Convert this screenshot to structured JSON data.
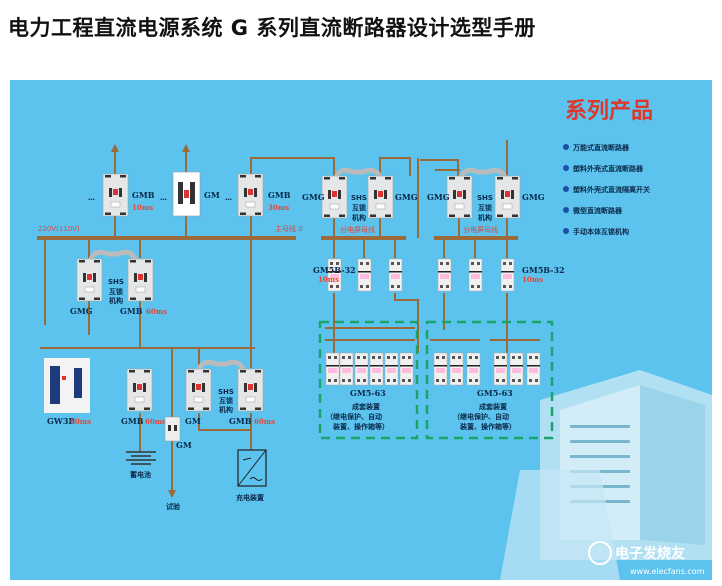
{
  "title": "电力工程直流电源系统 G 系列直流断路器设计选型手册",
  "panel": {
    "heading": "系列产品",
    "items": [
      "万能式直流断路器",
      "塑料外壳式直流断路器",
      "塑料外壳式直流隔离开关",
      "微型直流断路器",
      "手动本体互锁机构"
    ]
  },
  "diagram": {
    "bus_voltage": "220V(110V)",
    "main_bus": "主母线 0",
    "sub_bus": "分电屏母线",
    "gmb": "GMB",
    "gm": "GM",
    "gmg": "GMG",
    "gw3b": "GW3B",
    "gm5b": "GM5B-32",
    "gm5": "GM5-63",
    "t10": "10ms",
    "t30": "30ms",
    "t60": "60ms",
    "shs": [
      "SHS",
      "互锁",
      "机构"
    ],
    "dots": "…",
    "battery": "蓄电池",
    "test": "试验",
    "charger": "充电装置",
    "complete": "成套装置",
    "complete_desc1": "（继电保护、自动",
    "complete_desc2": "装置、操作箱等）"
  },
  "watermark": {
    "brand": "电子发烧友",
    "url": "www.elecfans.com"
  },
  "colors": {
    "bg": "#5cc3ef",
    "bus": "#9a6a3a",
    "accent": "#e0483a",
    "dash": "#1aa36a"
  }
}
